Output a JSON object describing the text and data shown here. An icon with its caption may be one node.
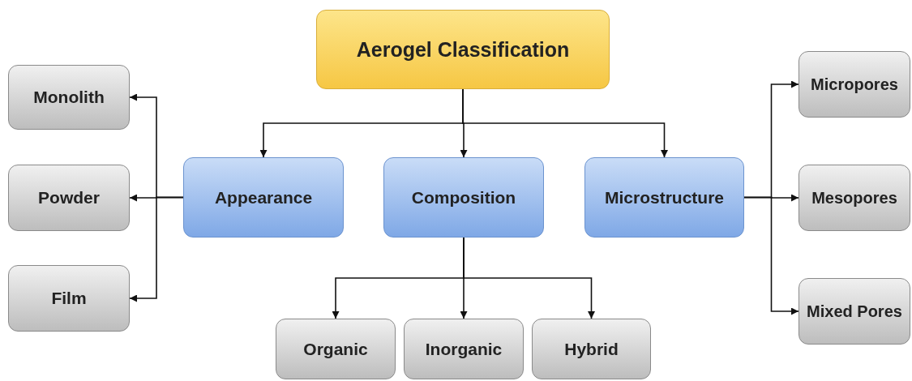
{
  "diagram": {
    "nodes": [
      {
        "text": [
          "Aerogel Classification"
        ]
      },
      {
        "text": [
          "Appearance"
        ]
      },
      {
        "text": [
          "Composition"
        ]
      },
      {
        "text": [
          "Microstructure"
        ]
      },
      {
        "text": [
          "Monolith"
        ]
      },
      {
        "text": [
          "Powder"
        ]
      },
      {
        "text": [
          "Film"
        ]
      },
      {
        "text": [
          "Micropores"
        ]
      },
      {
        "text": [
          "Mesopores"
        ]
      },
      {
        "text": [
          "Mixed Pores"
        ]
      },
      {
        "text": [
          "Organic"
        ]
      },
      {
        "text": [
          "Inorganic"
        ]
      },
      {
        "text": [
          "Hybrid"
        ]
      }
    ],
    "edges": [
      {
        "from": 0,
        "to": 1,
        "arrow": "to"
      },
      {
        "from": 0,
        "to": 2,
        "arrow": "to"
      },
      {
        "from": 0,
        "to": 3,
        "arrow": "to"
      },
      {
        "from": 1,
        "to": 4,
        "arrow": "to"
      },
      {
        "from": 1,
        "to": 5,
        "arrow": "to"
      },
      {
        "from": 1,
        "to": 6,
        "arrow": "to"
      },
      {
        "from": 3,
        "to": 7,
        "arrow": "to"
      },
      {
        "from": 3,
        "to": 8,
        "arrow": "to"
      },
      {
        "from": 3,
        "to": 9,
        "arrow": "to"
      },
      {
        "from": 2,
        "to": 10,
        "arrow": "to"
      },
      {
        "from": 2,
        "to": 11,
        "arrow": "to"
      },
      {
        "from": 2,
        "to": 12,
        "arrow": "to"
      }
    ]
  }
}
